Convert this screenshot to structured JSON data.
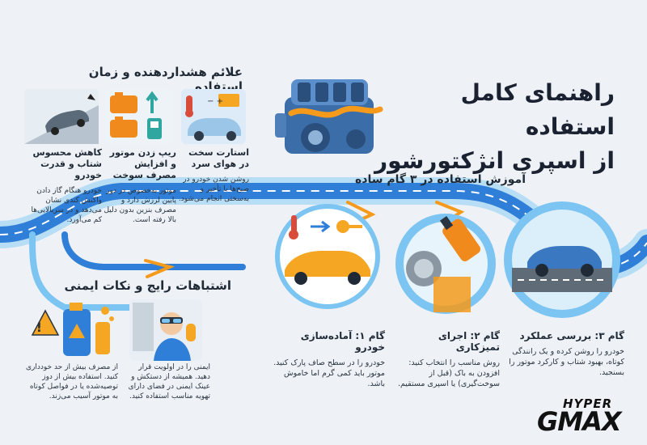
{
  "header": {
    "title_line1": "راهنمای کامل استفاده",
    "title_line2": "از اسپری انژکتورشور"
  },
  "warnings": {
    "title": "علائم هشداردهنده و زمان استفاده",
    "cards": [
      {
        "title": "استارت سخت در هوای سرد",
        "text": "روشن شدن خودرو در صبح‌ها با تأخیر و به‌سختی انجام می‌شود."
      },
      {
        "title": "ریپ زدن موتور و افزایش مصرف سوخت",
        "text": "موتور به‌خصوص در دور پایین لرزش دارد و مصرف بنزین بدون دلیل بالا رفته است."
      },
      {
        "title": "کاهش محسوس شتاب و قدرت خودرو",
        "text": "خودرو هنگام گاز دادن واکنش کندی نشان می‌دهد و در سربالایی‌ها کم می‌آورد."
      }
    ]
  },
  "tutorial": {
    "title": "آموزش استفاده در ۳ گام ساده",
    "steps": [
      {
        "title": "گام ۳: بررسی عملکرد",
        "text": "خودرو را روشن کرده و یک رانندگی کوتاه، بهبود شتاب و کارکرد موتور را بسنجید."
      },
      {
        "title": "گام ۲: اجرای تمیزکاری",
        "text": "روش مناسب را انتخاب کنید: افزودن به باک (قبل از سوخت‌گیری) یا اسپری مستقیم."
      },
      {
        "title": "گام ۱: آماده‌سازی خودرو",
        "text": "خودرو را در سطح صاف پارک کنید. موتور باید کمی گرم اما خاموش باشد."
      }
    ]
  },
  "safety": {
    "title": "اشتباهات رایج و نکات ایمنی",
    "cards": [
      {
        "text": "ایمنی را در اولویت قرار دهید. همیشه از دستکش و عینک ایمنی در فضای دارای تهویه مناسب استفاده کنید."
      },
      {
        "text": "از مصرف بیش از حد خودداری کنید. استفاده بیش از دوز توصیه‌شده یا در فواصل کوتاه به موتور آسیب می‌زند."
      }
    ]
  },
  "logo": {
    "top": "HYPER",
    "main": "GMAX"
  },
  "colors": {
    "road_blue": "#2f7fd8",
    "road_light": "#7cc4f2",
    "accent_orange": "#f59a1b",
    "car_orange": "#f5a623",
    "car_blue": "#3a78c2",
    "warning_orange": "#f08a1c"
  }
}
